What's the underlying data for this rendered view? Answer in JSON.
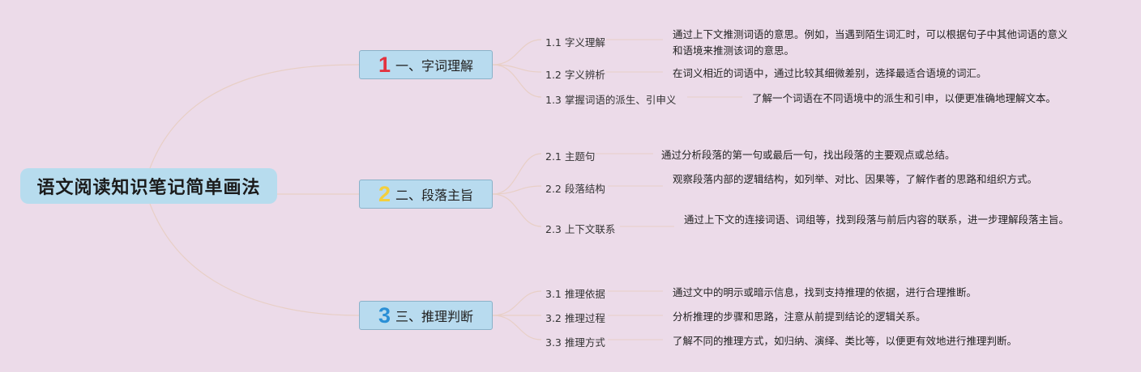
{
  "root": {
    "title": "语文阅读知识笔记简单画法"
  },
  "colors": {
    "background": "#ecdbe9",
    "root_fill": "#b7dcee",
    "branch_fill": "#b8dbef",
    "connector": "#e8cfc6",
    "num1": "#e3323e",
    "num2": "#f4cf3c",
    "num3": "#2a8fd6"
  },
  "branches": [
    {
      "number": "1",
      "label": "一、字词理解",
      "children": [
        {
          "label": "1.1 字义理解",
          "text": "通过上下文推测词语的意思。例如，当遇到陌生词汇时，可以根据句子中其他词语的意义和语境来推测该词的意思。"
        },
        {
          "label": "1.2 字义辨析",
          "text": "在词义相近的词语中，通过比较其细微差别，选择最适合语境的词汇。"
        },
        {
          "label": "1.3 掌握词语的派生、引申义",
          "text": "了解一个词语在不同语境中的派生和引申，以便更准确地理解文本。"
        }
      ]
    },
    {
      "number": "2",
      "label": "二、段落主旨",
      "children": [
        {
          "label": "2.1 主题句",
          "text": "通过分析段落的第一句或最后一句，找出段落的主要观点或总结。"
        },
        {
          "label": "2.2 段落结构",
          "text": "观察段落内部的逻辑结构，如列举、对比、因果等，了解作者的思路和组织方式。"
        },
        {
          "label": "2.3 上下文联系",
          "text": "通过上下文的连接词语、词组等，找到段落与前后内容的联系，进一步理解段落主旨。"
        }
      ]
    },
    {
      "number": "3",
      "label": "三、推理判断",
      "children": [
        {
          "label": "3.1 推理依据",
          "text": "通过文中的明示或暗示信息，找到支持推理的依据，进行合理推断。"
        },
        {
          "label": "3.2 推理过程",
          "text": "分析推理的步骤和思路，注意从前提到结论的逻辑关系。"
        },
        {
          "label": "3.3 推理方式",
          "text": "了解不同的推理方式，如归纳、演绎、类比等，以便更有效地进行推理判断。"
        }
      ]
    }
  ]
}
